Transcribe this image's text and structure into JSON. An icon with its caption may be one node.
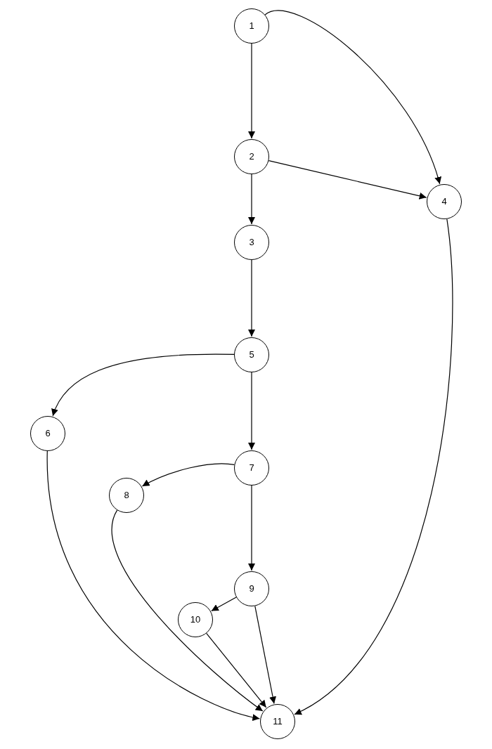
{
  "diagram": {
    "nodes": [
      {
        "text": [
          "1"
        ]
      },
      {
        "text": [
          "2"
        ]
      },
      {
        "text": [
          "3"
        ]
      },
      {
        "text": [
          "4"
        ]
      },
      {
        "text": [
          "5"
        ]
      },
      {
        "text": [
          "6"
        ]
      },
      {
        "text": [
          "7"
        ]
      },
      {
        "text": [
          "8"
        ]
      },
      {
        "text": [
          "9"
        ]
      },
      {
        "text": [
          "10"
        ]
      },
      {
        "text": [
          "11"
        ]
      }
    ],
    "edges": [
      {
        "from": 0,
        "to": 1,
        "arrow": "to"
      },
      {
        "from": 0,
        "to": 3,
        "arrow": "to"
      },
      {
        "from": 1,
        "to": 3,
        "arrow": "to"
      },
      {
        "from": 1,
        "to": 2,
        "arrow": "to"
      },
      {
        "from": 2,
        "to": 4,
        "arrow": "to"
      },
      {
        "from": 4,
        "to": 5,
        "arrow": "to"
      },
      {
        "from": 4,
        "to": 6,
        "arrow": "to"
      },
      {
        "from": 6,
        "to": 7,
        "arrow": "to"
      },
      {
        "from": 6,
        "to": 8,
        "arrow": "to"
      },
      {
        "from": 8,
        "to": 9,
        "arrow": "to"
      },
      {
        "from": 8,
        "to": 10,
        "arrow": "to"
      },
      {
        "from": 9,
        "to": 10,
        "arrow": "to"
      },
      {
        "from": 7,
        "to": 10,
        "arrow": "to"
      },
      {
        "from": 5,
        "to": 10,
        "arrow": "to"
      },
      {
        "from": 3,
        "to": 10,
        "arrow": "to"
      }
    ]
  }
}
